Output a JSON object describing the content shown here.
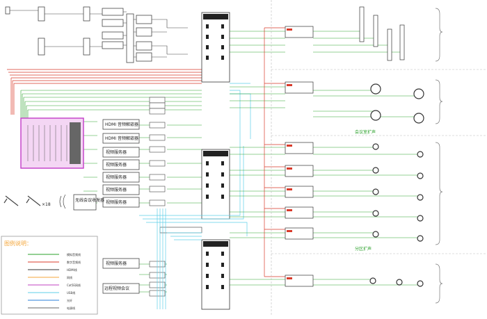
{
  "diagram": {
    "zone_labels": [
      "会议室扩声",
      "分区扩声"
    ],
    "video_servers": [
      "视频服务器",
      "视频服务器",
      "视频服务器",
      "视频服务器",
      "视频服务器"
    ],
    "hdmi_decoders": [
      "HDMI 音频解嵌器",
      "HDMI 音频解嵌器"
    ],
    "video_server_bottom": "视频服务器",
    "remote_video": "远程视频会议",
    "wireless_conf": "无线会议收发器",
    "wireless_mic_count": "×18",
    "legend": {
      "title": "图例说明：",
      "rows": [
        "模拟音频线",
        "数字音频线",
        "HDMI线",
        "网线",
        "Cat5E网线",
        "USB线",
        "光纤",
        "电源线"
      ]
    },
    "colors": {
      "audio": "#2aa12a",
      "digital": "#d93a2a",
      "network": "#5ccfe8",
      "hdmi": "#c040c0",
      "mixer": "#c23cc7"
    }
  }
}
